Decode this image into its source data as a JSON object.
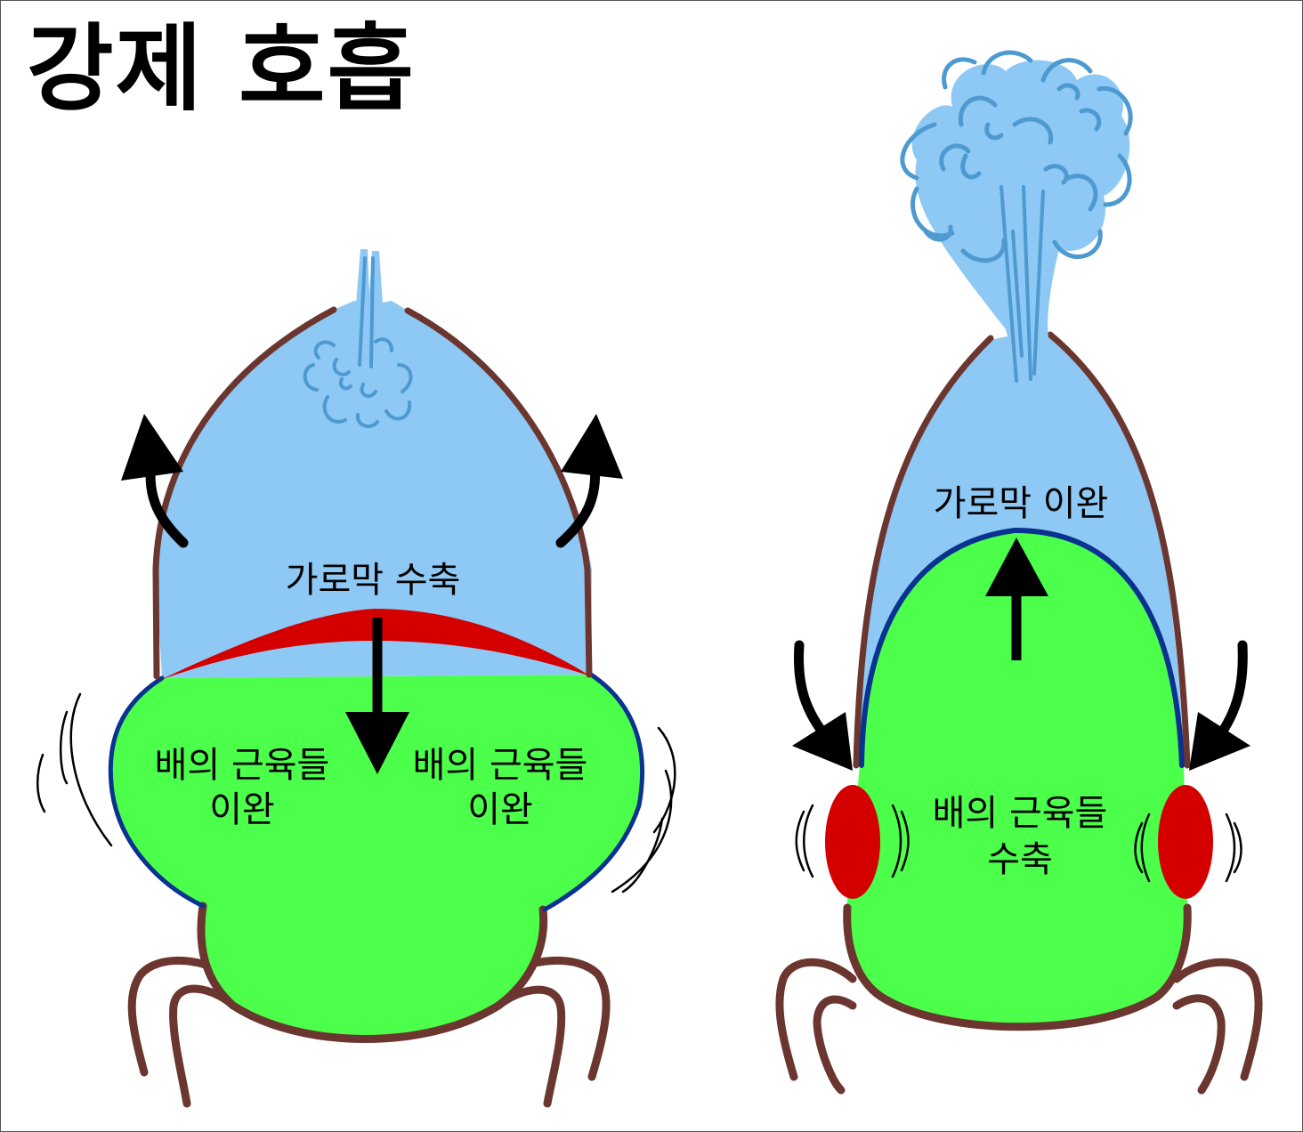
{
  "title": "강제 호흡",
  "colors": {
    "lung_air": "#8ec8f4",
    "air_stroke": "#4d9ad0",
    "abdomen": "#4bff4b",
    "body_outline": "#6b3630",
    "diaphragm_line": "#0a3290",
    "contracted_muscle": "#d40000",
    "arrow": "#000000"
  },
  "inhale": {
    "diaphragm": "가로막 수축",
    "muscle_left": [
      "배의 근육들",
      "이완"
    ],
    "muscle_right": [
      "배의 근육들",
      "이완"
    ]
  },
  "exhale": {
    "diaphragm": "가로막 이완",
    "muscles": [
      "배의 근육들",
      "수축"
    ]
  }
}
